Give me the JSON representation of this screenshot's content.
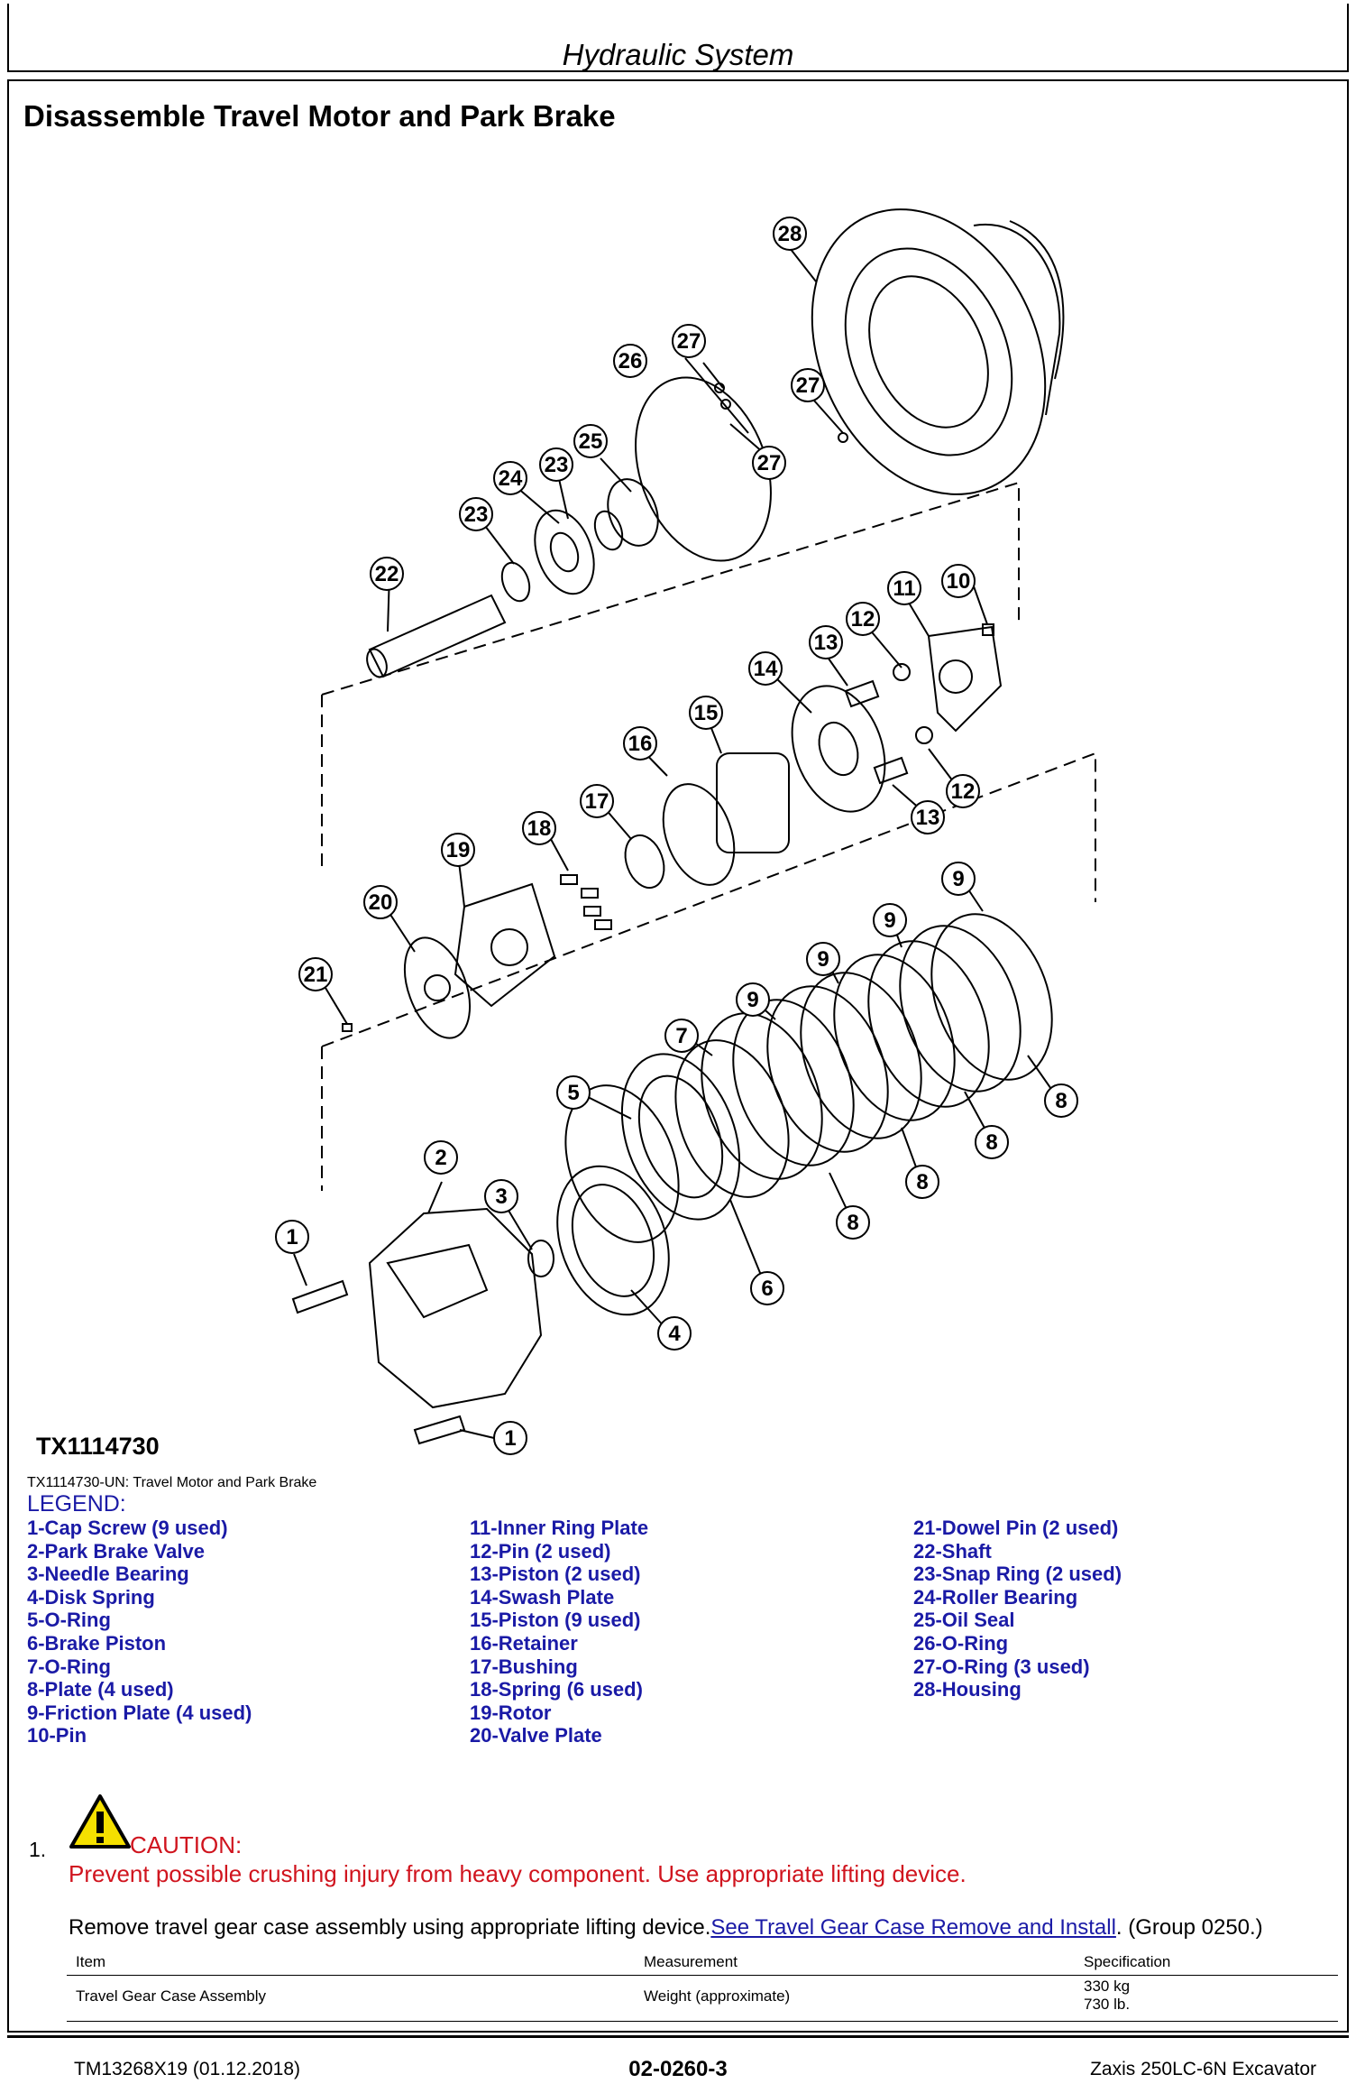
{
  "header": {
    "title": "Hydraulic System"
  },
  "section": {
    "title": "Disassemble Travel Motor and Park Brake"
  },
  "figure": {
    "id": "TX1114730",
    "caption": "TX1114730-UN: Travel Motor and Park Brake",
    "callouts": [
      "1",
      "2",
      "3",
      "4",
      "5",
      "6",
      "7",
      "8",
      "9",
      "10",
      "11",
      "12",
      "13",
      "14",
      "15",
      "16",
      "17",
      "18",
      "19",
      "20",
      "21",
      "22",
      "23",
      "24",
      "25",
      "26",
      "27",
      "28"
    ]
  },
  "legend": {
    "title": "LEGEND:",
    "col1": [
      "1-Cap Screw (9 used)",
      "2-Park Brake Valve",
      "3-Needle Bearing",
      "4-Disk Spring",
      "5-O-Ring",
      "6-Brake Piston",
      "7-O-Ring",
      "8-Plate (4 used)",
      "9-Friction Plate (4 used)",
      "10-Pin"
    ],
    "col2": [
      "11-Inner Ring Plate",
      "12-Pin (2 used)",
      "13-Piston (2 used)",
      "14-Swash Plate",
      "15-Piston (9 used)",
      "16-Retainer",
      "17-Bushing",
      "18-Spring (6 used)",
      "19-Rotor",
      "20-Valve Plate"
    ],
    "col3": [
      "21-Dowel Pin (2 used)",
      "22-Shaft",
      "23-Snap Ring (2 used)",
      "24-Roller Bearing",
      "25-Oil Seal",
      "26-O-Ring",
      "27-O-Ring (3 used)",
      "28-Housing"
    ]
  },
  "step": {
    "number": "1.",
    "caution_label": "CAUTION:",
    "caution_text": "Prevent possible crushing injury from heavy component. Use appropriate lifting device.",
    "instruction": "Remove travel gear case assembly using appropriate lifting device.",
    "link_text": "See Travel Gear Case Remove and Install",
    "group_ref": ". (Group 0250.)"
  },
  "spec_table": {
    "headers": [
      "Item",
      "Measurement",
      "Specification"
    ],
    "row": {
      "item": "Travel Gear Case Assembly",
      "measurement": "Weight (approximate)",
      "spec1": "330 kg",
      "spec2": "730 lb."
    }
  },
  "footer": {
    "left": "TM13268X19 (01.12.2018)",
    "center": "02-0260-3",
    "right": "Zaxis 250LC-6N Excavator"
  },
  "colors": {
    "legend": "#1a1aa6",
    "caution": "#d0141e",
    "warning_icon": "#f5e000"
  }
}
